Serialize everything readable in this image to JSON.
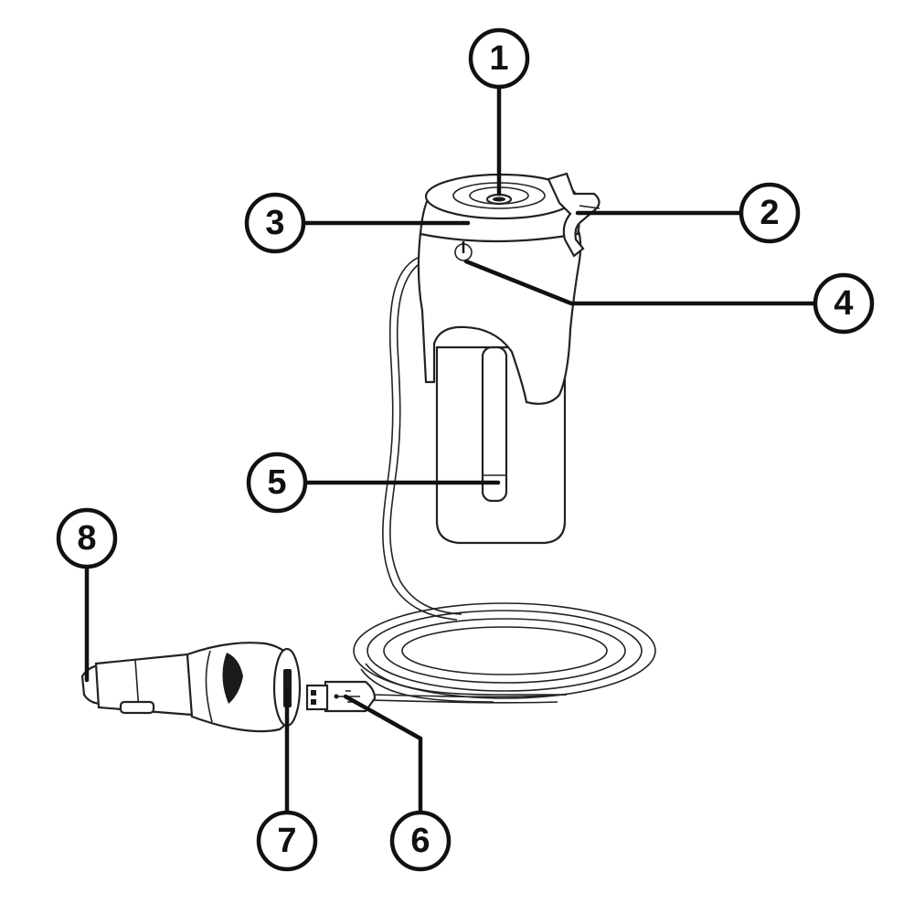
{
  "callouts": [
    {
      "id": "c1",
      "label": "1"
    },
    {
      "id": "c2",
      "label": "2"
    },
    {
      "id": "c3",
      "label": "3"
    },
    {
      "id": "c4",
      "label": "4"
    },
    {
      "id": "c5",
      "label": "5"
    },
    {
      "id": "c6",
      "label": "6"
    },
    {
      "id": "c7",
      "label": "7"
    },
    {
      "id": "c8",
      "label": "8"
    }
  ],
  "colors": {
    "line": "#111111",
    "background": "#ffffff"
  },
  "icons": {
    "power": "power-icon",
    "usb": "usb-icon"
  }
}
